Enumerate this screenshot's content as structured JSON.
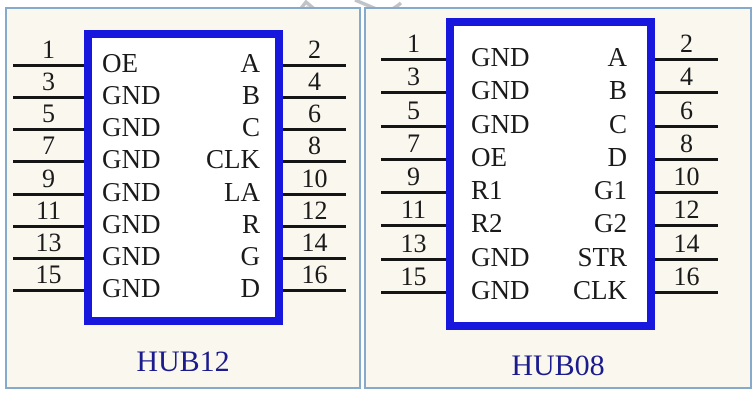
{
  "colors": {
    "chip_border": "#1717dd",
    "panel_border": "#85aacb",
    "panel_bg": "#faf7ef",
    "pin_line": "#151515",
    "pin_text": "#1a1a1a",
    "title_color": "#1b1b8e",
    "watermark": "#b5b9be"
  },
  "icons": {
    "watermark": "watermark-graphic"
  },
  "panels": [
    {
      "title": "HUB12",
      "left_pins": [
        {
          "num": "1",
          "name": "OE"
        },
        {
          "num": "3",
          "name": "GND"
        },
        {
          "num": "5",
          "name": "GND"
        },
        {
          "num": "7",
          "name": "GND"
        },
        {
          "num": "9",
          "name": "GND"
        },
        {
          "num": "11",
          "name": "GND"
        },
        {
          "num": "13",
          "name": "GND"
        },
        {
          "num": "15",
          "name": "GND"
        }
      ],
      "right_pins": [
        {
          "num": "2",
          "name": "A"
        },
        {
          "num": "4",
          "name": "B"
        },
        {
          "num": "6",
          "name": "C"
        },
        {
          "num": "8",
          "name": "CLK"
        },
        {
          "num": "10",
          "name": "LA"
        },
        {
          "num": "12",
          "name": "R"
        },
        {
          "num": "14",
          "name": "G"
        },
        {
          "num": "16",
          "name": "D"
        }
      ]
    },
    {
      "title": "HUB08",
      "left_pins": [
        {
          "num": "1",
          "name": "GND"
        },
        {
          "num": "3",
          "name": "GND"
        },
        {
          "num": "5",
          "name": "GND"
        },
        {
          "num": "7",
          "name": "OE"
        },
        {
          "num": "9",
          "name": "R1"
        },
        {
          "num": "11",
          "name": "R2"
        },
        {
          "num": "13",
          "name": "GND"
        },
        {
          "num": "15",
          "name": "GND"
        }
      ],
      "right_pins": [
        {
          "num": "2",
          "name": "A"
        },
        {
          "num": "4",
          "name": "B"
        },
        {
          "num": "6",
          "name": "C"
        },
        {
          "num": "8",
          "name": "D"
        },
        {
          "num": "10",
          "name": "G1"
        },
        {
          "num": "12",
          "name": "G2"
        },
        {
          "num": "14",
          "name": "STR"
        },
        {
          "num": "16",
          "name": "CLK"
        }
      ]
    }
  ]
}
